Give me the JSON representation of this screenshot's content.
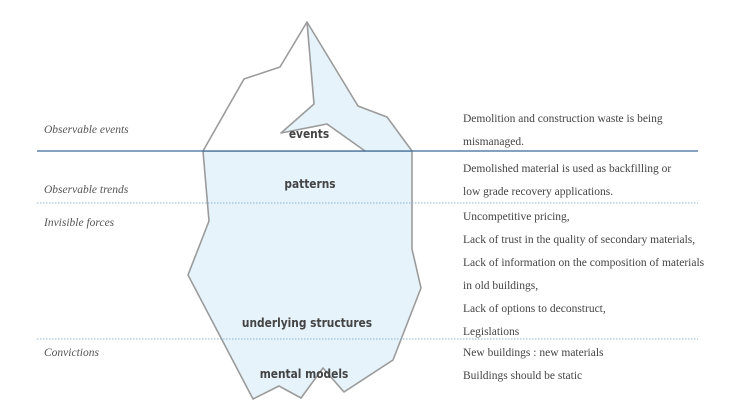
{
  "diagram": {
    "title": "Iceberg model",
    "colors": {
      "water_fill": "#e6f3fb",
      "outline": "#9b9b9b",
      "waterline": "#3a6b9a",
      "dotted_line": "#8fb3cc"
    },
    "levels": [
      {
        "left_label": "Observable events",
        "layer_label": "events",
        "right_lines": [
          "Demolition and construction waste is being",
          "mismanaged."
        ]
      },
      {
        "left_label": "Observable trends",
        "layer_label": "patterns",
        "right_lines": [
          "Demolished material is used as backfilling or",
          "low grade recovery applications."
        ]
      },
      {
        "left_label": "Invisible forces",
        "layer_label": "underlying structures",
        "right_lines": [
          "Uncompetitive pricing,",
          "Lack of trust in the quality of secondary materials,",
          "Lack of information on the composition of materials",
          "in old buildings,",
          "Lack of options to deconstruct,",
          "Legislations"
        ]
      },
      {
        "left_label": "Convictions",
        "layer_label": "mental models",
        "right_lines": [
          "New buildings : new materials",
          "Buildings should be static"
        ]
      }
    ]
  }
}
